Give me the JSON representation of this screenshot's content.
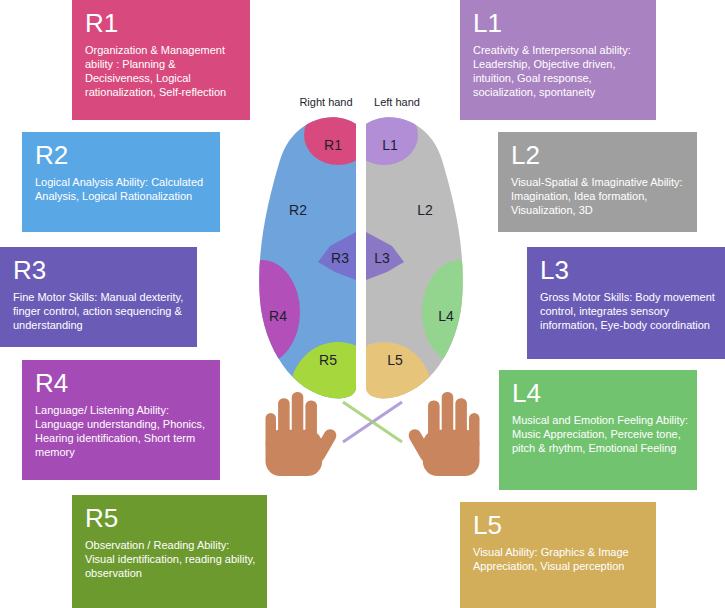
{
  "diagram": {
    "nodes": [
      {
        "text": [
          "R1",
          "Organization & Management ability : Planning & Decisiveness, Logical rationalization, Self-reflection"
        ]
      },
      {
        "text": [
          "L1",
          "Creativity & Interpersonal ability: Leadership, Objective driven, intuition, Goal response, socialization, spontaneity"
        ]
      },
      {
        "text": [
          "R2",
          "Logical Analysis Ability: Calculated Analysis, Logical Rationalization"
        ]
      },
      {
        "text": [
          "L2",
          "Visual-Spatial & Imaginative Ability: Imagination, Idea formation, Visualization, 3D"
        ]
      },
      {
        "text": [
          "R3",
          "Fine Motor Skills: Manual dexterity, finger control, action sequencing & understanding"
        ]
      },
      {
        "text": [
          "L3",
          "Gross Motor Skills: Body movement control, integrates sensory information, Eye-body coordination"
        ]
      },
      {
        "text": [
          "R4",
          "Language/ Listening Ability: Language understanding, Phonics, Hearing identification, Short term memory"
        ]
      },
      {
        "text": [
          "L4",
          "Musical and Emotion Feeling Ability: Music Appreciation, Perceive tone, pitch & rhythm, Emotional Feeling"
        ]
      },
      {
        "text": [
          "R5",
          "Observation / Reading Ability: Visual identification, reading ability, observation"
        ]
      },
      {
        "text": [
          "L5",
          "Visual Ability: Graphics & Image Appreciation, Visual perception"
        ]
      }
    ],
    "labels": [
      "Right hand",
      "Left hand",
      "R1",
      "L1",
      "R2",
      "L2",
      "R3",
      "L3",
      "R4",
      "L4",
      "R5",
      "L5"
    ]
  }
}
